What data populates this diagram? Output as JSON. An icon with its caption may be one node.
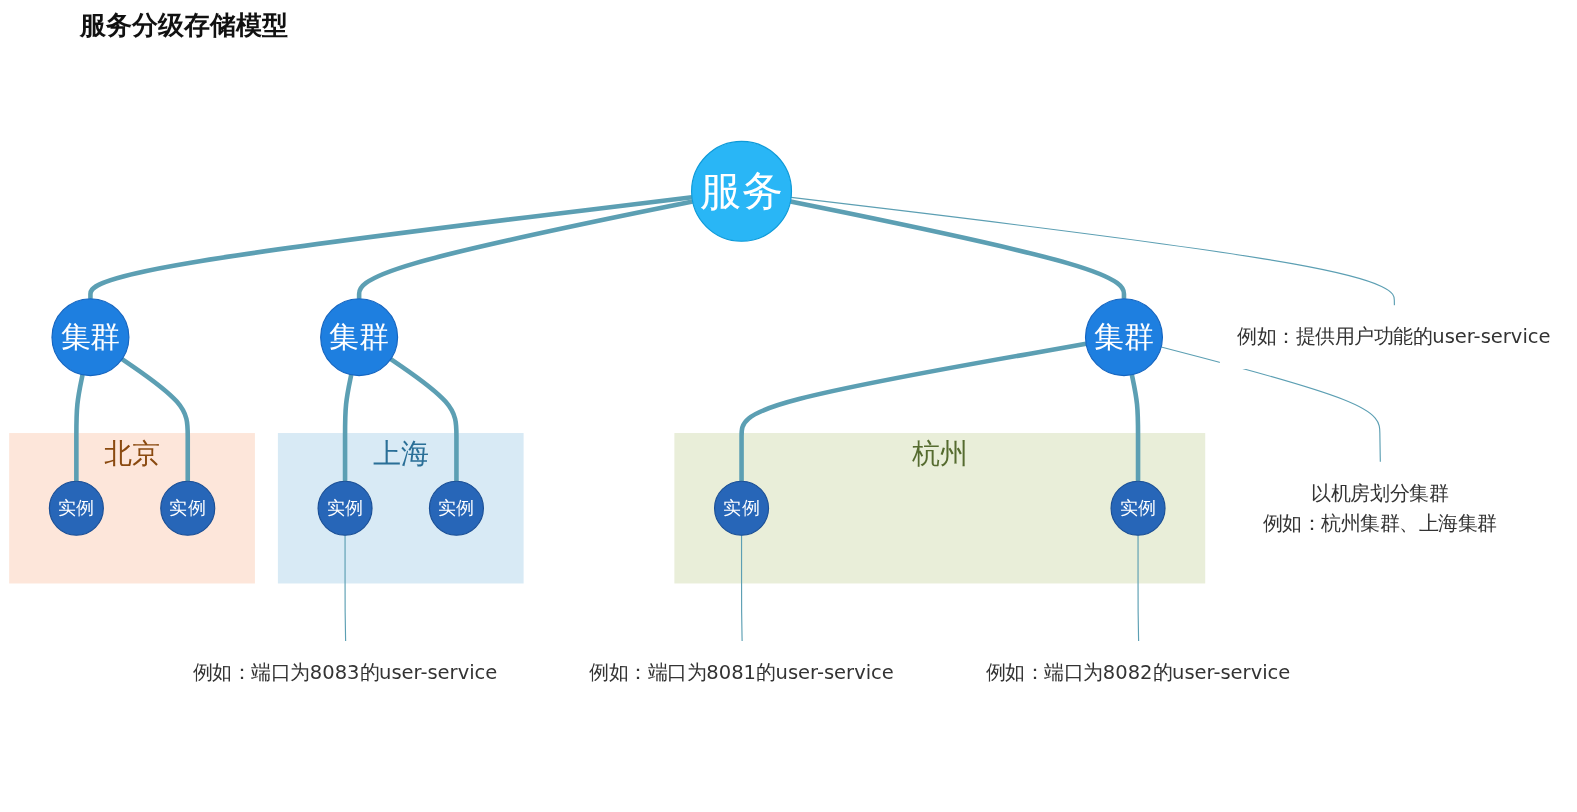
{
  "diagram": {
    "title": "服务分级存储模型",
    "nodes": [
      {
        "text": [
          "服务"
        ]
      },
      {
        "text": [
          "例如：提供用户功能的user-service"
        ]
      },
      {
        "text": [
          "集群"
        ]
      },
      {
        "text": [
          "集群"
        ]
      },
      {
        "text": [
          "以机房划分集群",
          "例如：杭州集群、上海集群"
        ]
      },
      {
        "text": [
          "北京"
        ]
      },
      {
        "text": [
          "实例"
        ],
        "in": 5
      },
      {
        "text": [
          "实例"
        ],
        "in": 5
      },
      {
        "text": [
          "集群"
        ]
      },
      {
        "text": [
          "杭州"
        ]
      },
      {
        "text": [
          "实例"
        ],
        "in": 9
      },
      {
        "text": [
          "例如：端口为8081的user-service"
        ]
      },
      {
        "text": [
          "实例"
        ],
        "in": 9
      },
      {
        "text": [
          "例如：端口为8082的user-service"
        ]
      },
      {
        "text": [
          "上海"
        ]
      },
      {
        "text": [
          "例如：端口为8083的user-service"
        ]
      },
      {
        "text": [
          "实例"
        ],
        "in": 14
      },
      {
        "text": [
          "实例"
        ],
        "in": 14
      }
    ],
    "edges": [
      {
        "from": 0,
        "to": 2,
        "arrow": "none"
      },
      {
        "from": 0,
        "to": 8,
        "arrow": "none"
      },
      {
        "from": 0,
        "to": 3,
        "arrow": "none"
      },
      {
        "from": 2,
        "to": 6,
        "arrow": "none"
      },
      {
        "from": 2,
        "to": 7,
        "arrow": "none"
      },
      {
        "from": 8,
        "to": 16,
        "arrow": "none"
      },
      {
        "from": 8,
        "to": 17,
        "arrow": "none"
      },
      {
        "from": 3,
        "to": 10,
        "arrow": "none"
      },
      {
        "from": 3,
        "to": 12,
        "arrow": "none"
      },
      {
        "from": 0,
        "to": 1,
        "arrow": "none"
      },
      {
        "from": 3,
        "to": 4,
        "arrow": "none"
      },
      {
        "from": 10,
        "to": 11,
        "arrow": "none"
      },
      {
        "from": 12,
        "to": 13,
        "arrow": "none"
      },
      {
        "from": 16,
        "to": 15,
        "arrow": "none"
      }
    ]
  }
}
